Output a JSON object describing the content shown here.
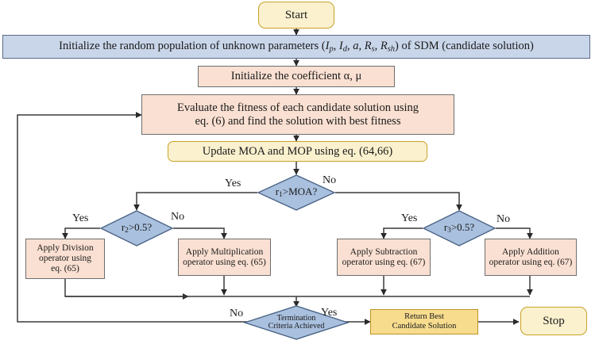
{
  "diagram": {
    "title": "Arithmetic Optimization Algorithm flowchart for SDM parameter extraction",
    "colors": {
      "terminator_fill": "#FBF1CE",
      "terminator_stroke": "#C9A227",
      "process_fill": "#FAE0D2",
      "process_stroke": "#6E6E6E",
      "decision_fill": "#A9C0DE",
      "decision_stroke": "#4A6285",
      "banner_fill": "#C9D6EA",
      "banner_stroke": "#5A6B86",
      "gold_fill": "#F7DC8E",
      "gold_stroke": "#BE9326",
      "wire": "#3a3a3a",
      "background": "#FFFFFF"
    },
    "nodes": {
      "start": {
        "label": "Start",
        "shape": "terminator"
      },
      "initialize_population": {
        "label_plain": "Initialize the random population of unknown parameters (Ip, Id, a, Rs, Rsh) of SDM (candidate solution)",
        "prefix": "Initialize the random population of unknown parameters (",
        "params": [
          "I",
          "I",
          "a",
          "R",
          "R"
        ],
        "param_subs": [
          "p",
          "d",
          "",
          "s",
          "sh"
        ],
        "suffix": ") of SDM (candidate solution)",
        "shape": "banner"
      },
      "initialize_coefficient": {
        "label": "Initialize the coefficient α, μ",
        "shape": "process"
      },
      "evaluate_fitness": {
        "line1": "Evaluate the fitness of each candidate solution using",
        "line2": "eq. (6) and find the solution with best fitness",
        "shape": "process"
      },
      "update_moa_mop": {
        "label": "Update MOA and MOP using eq. (64,66)",
        "shape": "rounded"
      },
      "decision_moa": {
        "label_main": "r",
        "label_sub": "1",
        "label_rest": ">MOA?",
        "shape": "decision"
      },
      "decision_r2": {
        "label_main": "r",
        "label_sub": "2",
        "label_rest": ">0.5?",
        "shape": "decision"
      },
      "decision_r3": {
        "label_main": "r",
        "label_sub": "3",
        "label_rest": ">0.5?",
        "shape": "decision"
      },
      "apply_division": {
        "line1": "Apply Division",
        "line2": "operator using",
        "line3": "eq. (65)",
        "shape": "process"
      },
      "apply_multiplication": {
        "line1": "Apply Multiplication",
        "line2": "operator using eq. (65)",
        "shape": "process"
      },
      "apply_subtraction": {
        "line1": "Apply Subtraction",
        "line2": "operator using eq. (67)",
        "shape": "process"
      },
      "apply_addition": {
        "line1": "Apply Addition",
        "line2": "operator using eq. (67)",
        "shape": "process"
      },
      "decision_termination": {
        "line1": "Termination",
        "line2": "Criteria Achieved",
        "shape": "decision"
      },
      "return_best": {
        "line1": "Return Best",
        "line2": "Candidate Solution",
        "shape": "process-gold"
      },
      "stop": {
        "label": "Stop",
        "shape": "terminator"
      }
    },
    "edge_labels": {
      "moa_yes": "Yes",
      "moa_no": "No",
      "r2_yes": "Yes",
      "r2_no": "No",
      "r3_yes": "Yes",
      "r3_no": "No",
      "term_no": "No",
      "term_yes": "Yes"
    }
  }
}
